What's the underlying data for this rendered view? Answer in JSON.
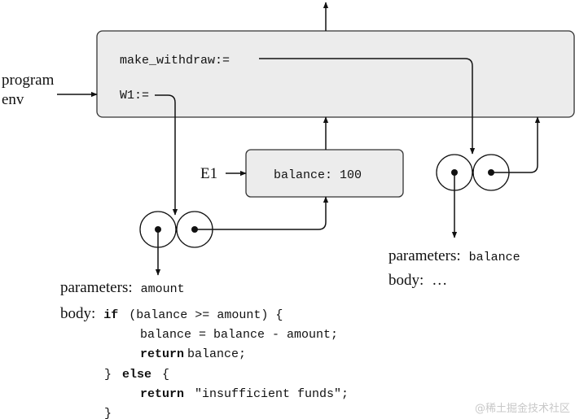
{
  "global_env": {
    "binding_make_withdraw": "make_withdraw:=",
    "binding_w1": "W1:="
  },
  "program_env_label": {
    "line1": "program",
    "line2": "env"
  },
  "frame_e1": {
    "label": "E1",
    "binding": "balance: 100"
  },
  "function_w1": {
    "parameters_label": "parameters:",
    "parameters_value": "amount",
    "body_label": "body:",
    "body_line1_kw": "if",
    "body_line1_rest": "(balance >= amount) {",
    "body_line2": "balance = balance - amount;",
    "body_line3_kw": "return",
    "body_line3_rest": "balance;",
    "body_line4_pre": "}",
    "body_line4_kw": "else",
    "body_line4_post": "{",
    "body_line5_kw": "return",
    "body_line5_rest": "\"insufficient funds\";",
    "body_line6": "}"
  },
  "function_make_withdraw": {
    "parameters_label": "parameters:",
    "parameters_value": "balance",
    "body_label": "body:",
    "body_value": "…"
  },
  "watermark": "@稀土掘金技术社区"
}
